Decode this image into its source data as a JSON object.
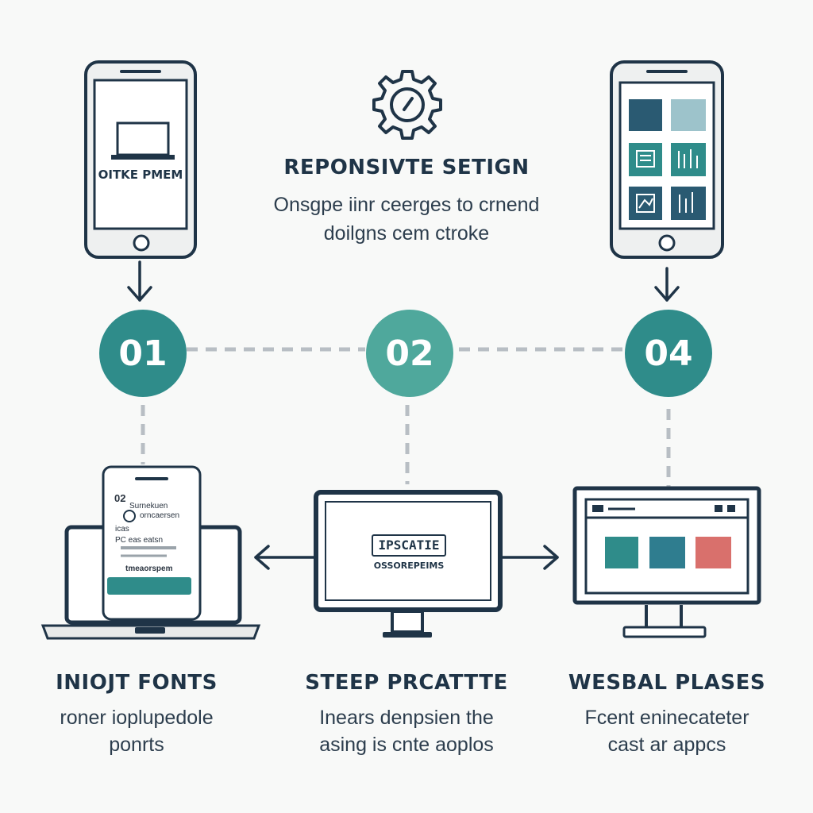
{
  "header": {
    "title": "REPONSIVTE SETIGN",
    "subtitle_line1": "Onsgpe iinr ceerges to crnend",
    "subtitle_line2": "doilgns cem ctroke"
  },
  "top_left_phone": {
    "screen_label": "OITKE PMEM"
  },
  "steps": [
    {
      "number": "01",
      "color": "#2f8c8a"
    },
    {
      "number": "02",
      "color": "#4fa89c"
    },
    {
      "number": "04",
      "color": "#2f8c8a"
    }
  ],
  "laptop_phone": {
    "number": "02",
    "line1": "Surnekuen",
    "line2": "orncaersen",
    "line3": "icas",
    "line4": "PC eas eatsn",
    "line5": "tmeaorspem"
  },
  "monitor_center": {
    "label": "IPSCATIE",
    "caption": "OSSOREPEIMS"
  },
  "columns": [
    {
      "title": "INIOJT FONTS",
      "line1": "roner ioplupedole",
      "line2": "ponrts"
    },
    {
      "title": "STEEP PRCATTTE",
      "line1": "Inears denpsien the",
      "line2": "asing is cnte aoplos"
    },
    {
      "title": "WESBAL PLASES",
      "line1": "Fcent eninecateter",
      "line2": "cast ar appcs"
    }
  ],
  "colors": {
    "ink": "#1f3447",
    "teal": "#2f8c8a",
    "teal_light": "#4fa89c",
    "navy_tile": "#2a5a72",
    "pale_tile": "#9dc3cb",
    "coral": "#d9706c",
    "connector": "#b8bec4"
  }
}
